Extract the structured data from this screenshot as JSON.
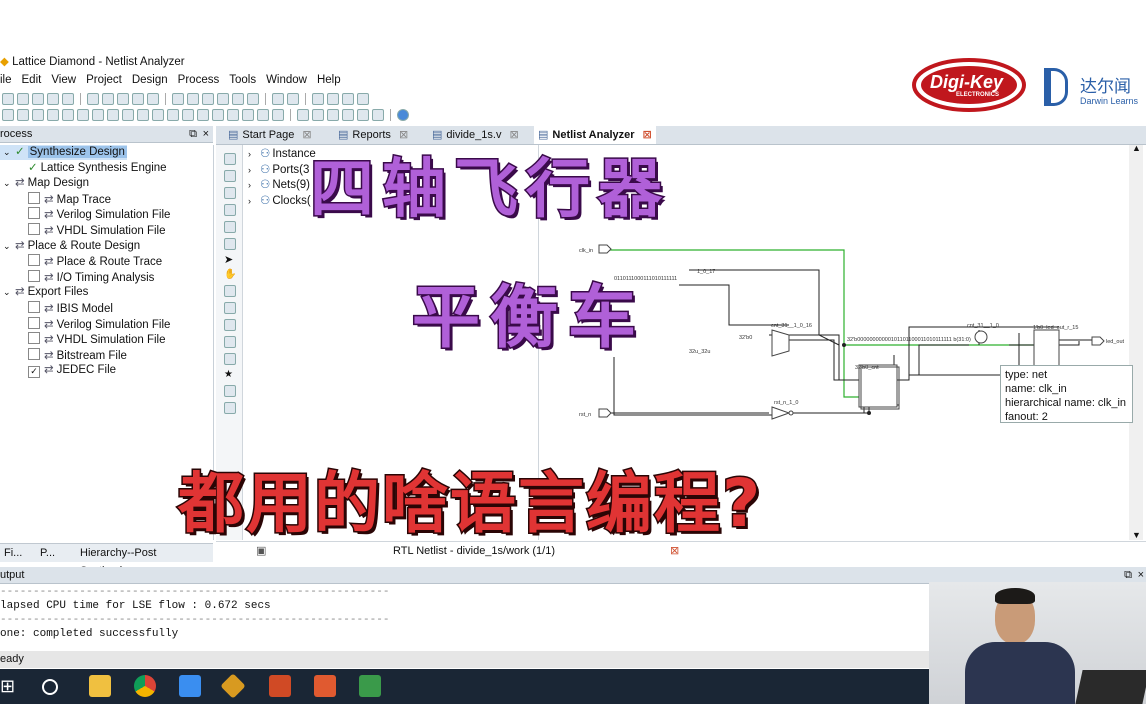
{
  "window": {
    "title": "Lattice Diamond - Netlist Analyzer"
  },
  "menu": [
    "ile",
    "Edit",
    "View",
    "Project",
    "Design",
    "Process",
    "Tools",
    "Window",
    "Help"
  ],
  "logos": {
    "digikey": "Digi-Key",
    "digikey_sub": "ELECTRONICS",
    "darwin_cn": "达尔闻",
    "darwin_en": "Darwin Learns"
  },
  "process_panel": {
    "title": "rocess",
    "items": [
      {
        "label": "Synthesize Design",
        "level": 0,
        "type": "group",
        "selected": true
      },
      {
        "label": "Lattice Synthesis Engine",
        "level": 1,
        "type": "done"
      },
      {
        "label": "Map Design",
        "level": 0,
        "type": "group"
      },
      {
        "label": "Map Trace",
        "level": 1,
        "type": "check",
        "checked": false
      },
      {
        "label": "Verilog Simulation File",
        "level": 1,
        "type": "check",
        "checked": false
      },
      {
        "label": "VHDL Simulation File",
        "level": 1,
        "type": "check",
        "checked": false
      },
      {
        "label": "Place & Route Design",
        "level": 0,
        "type": "group"
      },
      {
        "label": "Place & Route Trace",
        "level": 1,
        "type": "check",
        "checked": false
      },
      {
        "label": "I/O Timing Analysis",
        "level": 1,
        "type": "check",
        "checked": false
      },
      {
        "label": "Export Files",
        "level": 0,
        "type": "group"
      },
      {
        "label": "IBIS Model",
        "level": 1,
        "type": "check",
        "checked": false
      },
      {
        "label": "Verilog Simulation File",
        "level": 1,
        "type": "check",
        "checked": false
      },
      {
        "label": "VHDL Simulation File",
        "level": 1,
        "type": "check",
        "checked": false
      },
      {
        "label": "Bitstream File",
        "level": 1,
        "type": "check",
        "checked": false
      },
      {
        "label": "JEDEC File",
        "level": 1,
        "type": "check",
        "checked": true
      }
    ],
    "bottom_tabs": [
      "Fi...",
      "P...",
      "Hierarchy--Post Synthesi..."
    ]
  },
  "editor_tabs": [
    {
      "label": "Start Page"
    },
    {
      "label": "Reports"
    },
    {
      "label": "divide_1s.v"
    },
    {
      "label": "Netlist Analyzer",
      "active": true
    }
  ],
  "netlist_tree": [
    "Instance",
    "Ports(3",
    "Nets(9)",
    "Clocks("
  ],
  "schematic": {
    "labels": {
      "clk_in": "clk_in",
      "rst_n": "rst_n",
      "led_out": "led_out",
      "const_bits": "32'b00000000000101101100011010111111 b(31:0)",
      "add_label": "32'b0",
      "cnt_label": "cnt_31__1_0_16",
      "cnt2": "cnt_31__1_0",
      "cnt3": "32'b0_cnt",
      "rst_inv": "rst_n_1_0",
      "led_reg": "1'b0_led_out_r_15",
      "bits_top": "0110111000111010111111",
      "small1": "32u_32u",
      "small2": "1_0_17"
    },
    "tooltip": {
      "type": "type: net",
      "name": "name: clk_in",
      "hier": "hierarchical name: clk_in",
      "fanout": "fanout: 2"
    },
    "status_title": "RTL Netlist - divide_1s/work (1/1)"
  },
  "overlay_text": {
    "line1": "四轴飞行器",
    "line2": "平衡车",
    "line3": "都用的啥语言编程?"
  },
  "output": {
    "title": "utput",
    "lines": [
      "-----------------------------------------------------------",
      "lapsed CPU time for LSE flow : 0.672  secs",
      "-----------------------------------------------------------",
      "one: completed successfully"
    ],
    "status": "eady"
  },
  "colors": {
    "wire_green": "#2db02d",
    "panel_header": "#dce3ea",
    "taskbar": "#1a2635"
  }
}
